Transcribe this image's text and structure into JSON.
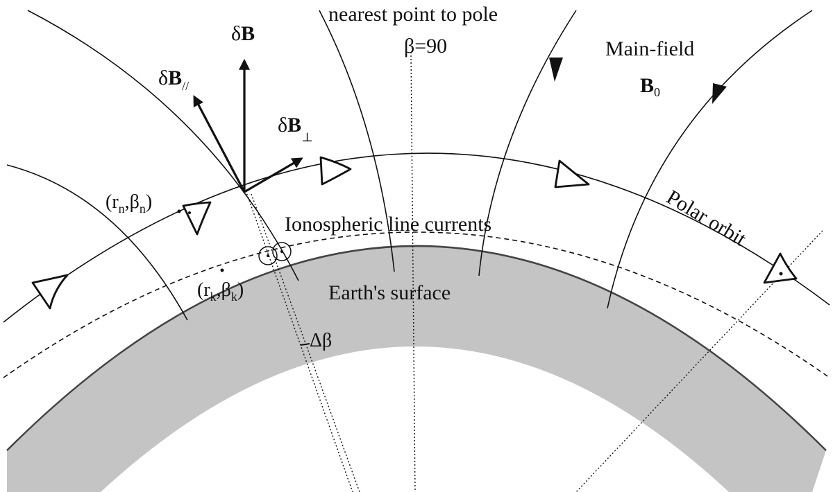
{
  "labels": {
    "nearest_point": "nearest point to pole",
    "beta_90": "β=90",
    "main_field": "Main-field",
    "b0_main": "B",
    "b0_sub": "0",
    "delta_b_delta": "δ",
    "delta_b_b": "B",
    "delta_b_par_delta": "δ",
    "delta_b_par_b": "B",
    "delta_b_par_sub": "//",
    "delta_b_perp_delta": "δ",
    "delta_b_perp_b": "B",
    "delta_b_perp_sub": "⊥",
    "rn_open": "(r",
    "rn_sub": "n",
    "rn_mid": ",β",
    "rn_sub2": "n",
    "rn_close": ")",
    "rk_open": "(r",
    "rk_sub": "k",
    "rk_mid": ",β",
    "rk_sub2": "k",
    "rk_close": ")",
    "ionospheric": "Ionospheric line currents",
    "earth_surface": "Earth's surface",
    "polar_orbit": "Polar orbit",
    "delta_beta": "Δβ"
  },
  "colors": {
    "earth_fill": "#c4c4c4",
    "line": "#111111",
    "background": "#ffffff"
  }
}
